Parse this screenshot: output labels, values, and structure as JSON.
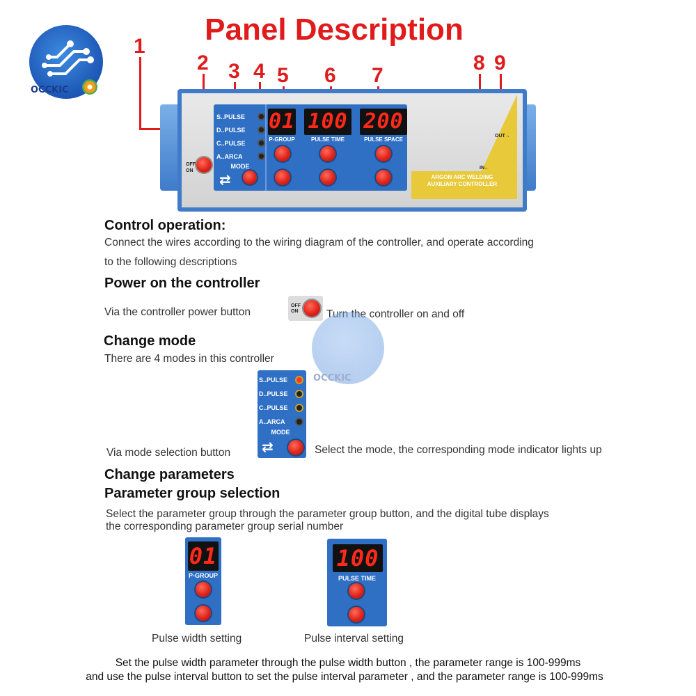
{
  "title": "Panel Description",
  "logo": {
    "text": "OCCKIC"
  },
  "callouts": [
    "1",
    "2",
    "3",
    "4",
    "5",
    "6",
    "7",
    "8",
    "9"
  ],
  "device": {
    "power_label_off": "OFF",
    "power_label_on": "ON",
    "modes": [
      "S..PULSE",
      "D..PULSE",
      "C..PULSE",
      "A..ARCA"
    ],
    "mode_title": "MODE",
    "displays": [
      {
        "value": "01",
        "label": "P-GROUP"
      },
      {
        "value": "100",
        "label": "PULSE TIME"
      },
      {
        "value": "200",
        "label": "PULSE SPACE"
      }
    ],
    "brand_line1": "ARGON ARC WELDING",
    "brand_line2": "AUXILIARY CONTROLLER",
    "out_label": "OUT",
    "in_label": "IN"
  },
  "sections": {
    "control_heading": "Control operation:",
    "control_text1": "Connect the wires according to the wiring diagram of the controller, and operate according",
    "control_text2": "to the following descriptions",
    "power_heading": "Power on the controller",
    "power_text": "Via the controller power button",
    "power_result": "Turn the controller on and off",
    "mode_heading": "Change mode",
    "mode_text": "There are 4 modes in this controller",
    "mode_via": "Via mode selection button",
    "mode_result": "Select the mode, the corresponding mode indicator lights up",
    "params_heading": "Change parameters",
    "group_heading": "Parameter group selection",
    "group_text1": "Select the parameter group through the parameter group button, and the digital tube displays",
    "group_text2": "the corresponding parameter group serial number",
    "pw_caption": "Pulse width setting",
    "pi_caption": "Pulse interval setting",
    "footer1": "Set the pulse width parameter through the pulse width button , the parameter range is 100-999ms",
    "footer2": "and use the pulse interval button to set the pulse interval parameter , and the parameter range is 100-999ms"
  }
}
